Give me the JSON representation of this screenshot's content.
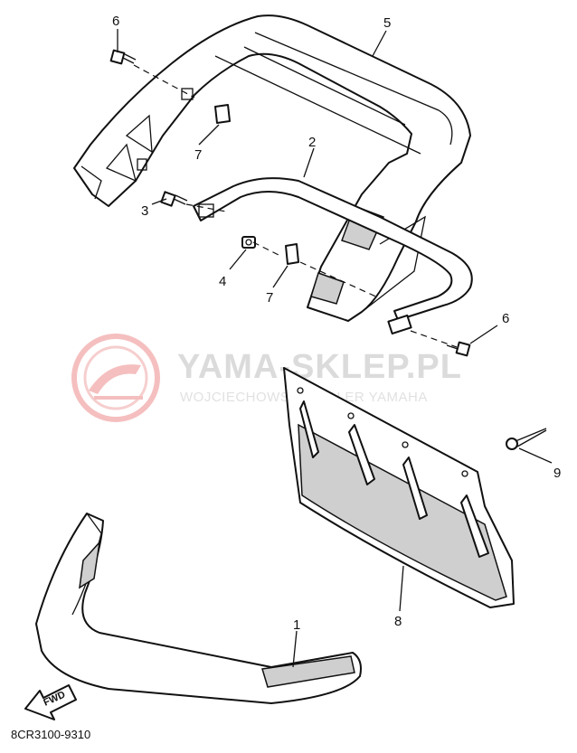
{
  "diagram": {
    "watermark": {
      "title": "YAMA-SKLEP.PL",
      "subtitle": "WOJCIECHOWSKI DEALER YAMAHA"
    },
    "direction_label": "FWD",
    "drawing_code": "8CR3100-9310",
    "callouts": [
      "1",
      "2",
      "3",
      "4",
      "5",
      "6",
      "6",
      "7",
      "7",
      "8",
      "9"
    ],
    "colors": {
      "line": "#111111",
      "watermark": "#f2b8b8"
    }
  }
}
